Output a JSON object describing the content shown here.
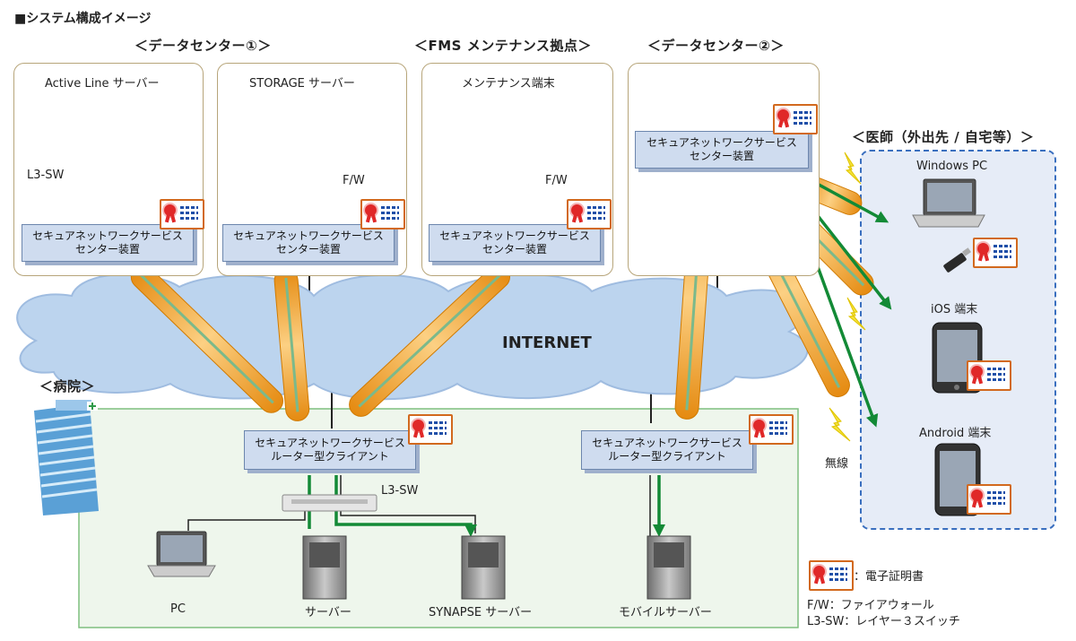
{
  "title": "■システム構成イメージ",
  "sections": {
    "dc1": "＜データセンター①＞",
    "fms": "＜FMS メンテナンス拠点＞",
    "dc2": "＜データセンター②＞",
    "doctor": "＜医師（外出先 / 自宅等）＞",
    "hospital": "＜病院＞"
  },
  "panels": {
    "active_line": {
      "title": "Active Line サーバー",
      "switch_label": "L3-SW",
      "device": [
        "セキュアネットワークサービス",
        "センター装置"
      ]
    },
    "storage": {
      "title": "STORAGE サーバー",
      "fw_label": "F/W",
      "device": [
        "セキュアネットワークサービス",
        "センター装置"
      ]
    },
    "maintenance": {
      "title": "メンテナンス端末",
      "fw_label": "F/W",
      "device": [
        "セキュアネットワークサービス",
        "センター装置"
      ]
    },
    "dc2": {
      "device": [
        "セキュアネットワークサービス",
        "センター装置"
      ]
    }
  },
  "internet_label": "INTERNET",
  "hospital": {
    "router1": [
      "セキュアネットワークサービス",
      "ルーター型クライアント"
    ],
    "router2": [
      "セキュアネットワークサービス",
      "ルーター型クライアント"
    ],
    "switch_label": "L3-SW",
    "pc": "PC",
    "server": "サーバー",
    "synapse": "SYNAPSE サーバー",
    "mobile": "モバイルサーバー"
  },
  "doctor": {
    "windows_pc": "Windows PC",
    "ios": "iOS 端末",
    "android": "Android 端末",
    "wireless": "無線"
  },
  "legend": {
    "cert": "：電子証明書",
    "fw": "F/W：ファイアウォール",
    "l3sw": "L3-SW：レイヤー３スイッチ"
  },
  "colors": {
    "tunnel": "#f5a623",
    "arrow": "#138a36",
    "device_fill": "#cfdcef",
    "hospital_fill": "#eef6ec",
    "doctor_fill": "#e6ecf7",
    "cloud": "#bcd4ee"
  }
}
